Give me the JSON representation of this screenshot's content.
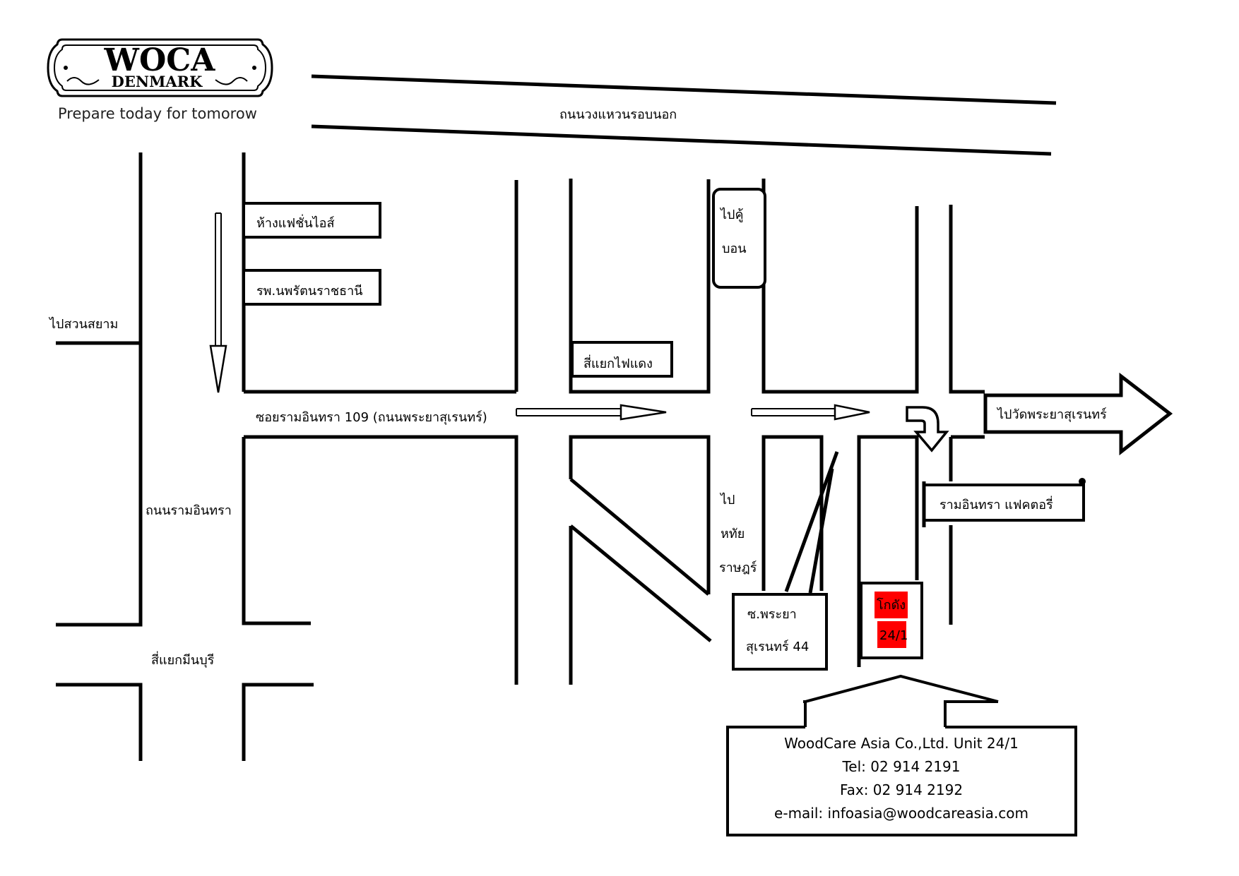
{
  "logo": {
    "brand": "WOCA",
    "country": "DENMARK",
    "tagline": "Prepare today for tomorow"
  },
  "roads": {
    "outer_ring_road": "ถนนวงแหวนรอบนอก",
    "soi_ramintra_109": "ซอยรามอินทรา 109 (ถนนพระยาสุเรนทร์)",
    "ramintra_road": "ถนนรามอินทรา"
  },
  "landmarks": {
    "fashion_island": "ห้างแฟชั่นไอส์",
    "nopparat_hospital": "รพ.นพรัตนราชธานี",
    "to_suan_siam": "ไปสวนสยาม",
    "to_khu_bon_line1": "ไปคู้",
    "to_khu_bon_line2": "บอน",
    "traffic_light_junction": "สี่แยกไฟแดง",
    "to_wat_phraya_suren": "ไปวัดพระยาสุเรนทร์",
    "ramintra_factory": "รามอินทรา แฟคตอรี่",
    "to_huai_line1": "ไป",
    "to_huai_line2": "หทัย",
    "to_huai_line3": "ราษฎร์",
    "soi_44_line1": "ซ.พระยา",
    "soi_44_line2": "สุเรนทร์ 44",
    "warehouse_line1": "โกดัง",
    "warehouse_line2": "24/1",
    "minburi_junction": "สี่แยกมีนบุรี"
  },
  "contact": {
    "company": "WoodCare Asia Co.,Ltd. Unit 24/1",
    "tel": "Tel: 02 914 2191",
    "fax": "Fax: 02 914 2192",
    "email": "e-mail: infoasia@woodcareasia.com"
  },
  "colors": {
    "warehouse_highlight": "#ff0000",
    "line": "#000000"
  }
}
